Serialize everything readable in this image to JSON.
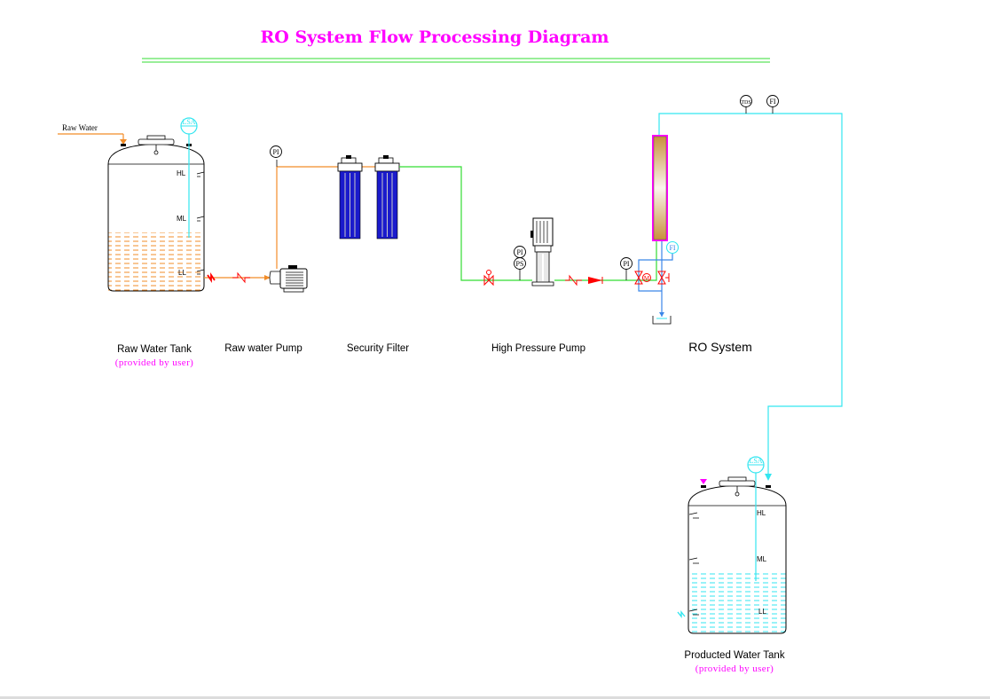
{
  "title": "RO System Flow Processing Diagram",
  "colors": {
    "title": "#ff00ff",
    "raw_pipe": "#f28c28",
    "pressurized_pipe": "#33dd33",
    "permeate_pipe": "#33e6f0",
    "concentrate_pipe": "#3a86e8",
    "valve": "#ff0000",
    "filter": "#1a1acc",
    "membrane": "#c8913c"
  },
  "inlet_label": "Raw Water",
  "equipment": [
    {
      "id": "raw-water-tank",
      "label": "Raw Water Tank",
      "note": "(provided by user)"
    },
    {
      "id": "raw-water-pump",
      "label": "Raw water Pump"
    },
    {
      "id": "security-filter",
      "label": "Security Filter"
    },
    {
      "id": "high-pressure-pump",
      "label": "High Pressure Pump"
    },
    {
      "id": "ro-system",
      "label": "RO System"
    },
    {
      "id": "product-water-tank",
      "label": "Producted Water Tank",
      "note": "(provided by user)"
    }
  ],
  "tank_levels": {
    "high": "HL",
    "mid": "ML",
    "low": "LL"
  },
  "instruments": {
    "lsa": "LSA",
    "pi": "PI",
    "ps": "PS",
    "tds": "TDS",
    "fi": "FI",
    "motor_valve": "M"
  }
}
